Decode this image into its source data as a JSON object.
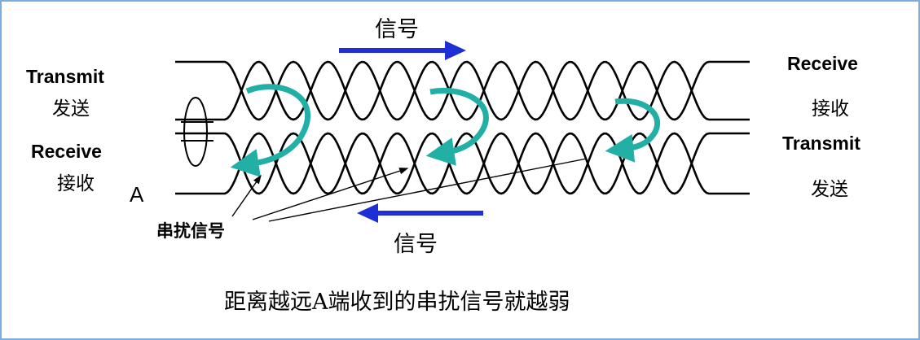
{
  "left_top_pair": {
    "label_en": "Transmit",
    "label_cn": "发送"
  },
  "left_bottom_pair": {
    "label_en": "Receive",
    "label_cn": "接收"
  },
  "right_top_pair": {
    "label_en": "Receive",
    "label_cn": "接收"
  },
  "right_bottom_pair": {
    "label_en": "Transmit",
    "label_cn": "发送"
  },
  "point_a": "A",
  "signal_top": "信号",
  "signal_bottom": "信号",
  "crosstalk_label": "串扰信号",
  "caption": "距离越远A端收到的串扰信号就越弱",
  "colors": {
    "signal_arrow": "#1f2fd6",
    "crosstalk_arrow": "#22b0a6",
    "wire": "#000000",
    "frame": "#7aaee0"
  }
}
